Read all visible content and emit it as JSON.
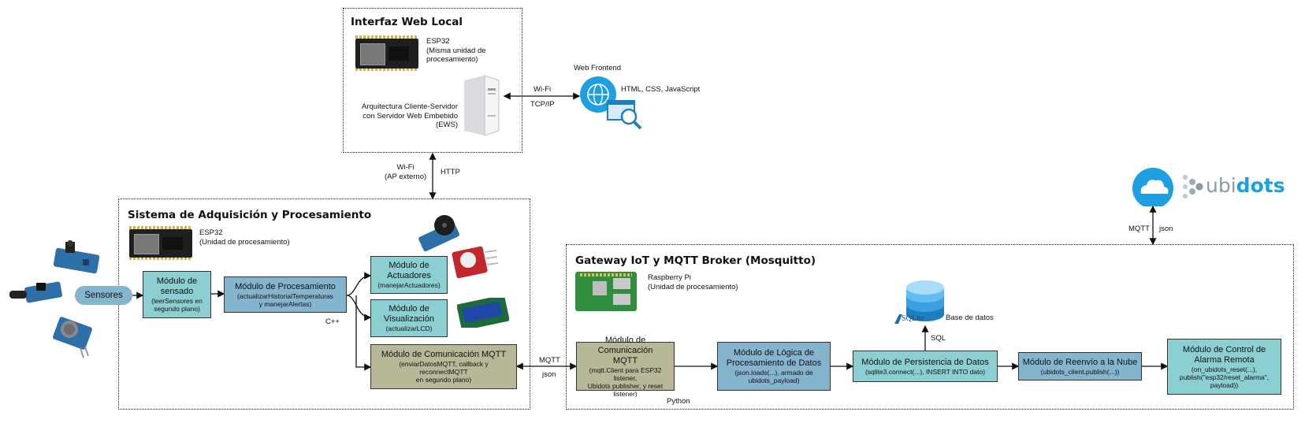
{
  "web_group": {
    "title": "Interfaz Web Local",
    "esp32_name": "ESP32",
    "esp32_desc1": "(Misma unidad de",
    "esp32_desc2": "procesamiento)",
    "arch1": "Arquitectura Cliente-Servidor",
    "arch2": "con Servidor Web Embebido",
    "arch3": "(EWS)"
  },
  "web_frontend": {
    "title": "Web Frontend",
    "tech": "HTML, CSS, JavaScript",
    "link_top": "Wi-Fi",
    "link_bottom": "TCP/IP"
  },
  "link_web_acq": {
    "left1": "Wi-Fi",
    "left2": "(AP externo)",
    "right": "HTTP"
  },
  "acq_group": {
    "title": "Sistema de Adquisición y Procesamiento",
    "esp32_name": "ESP32",
    "esp32_desc": "(Unidad de procesamiento)",
    "sensors": "Sensores",
    "sensing_t": "Módulo de sensado",
    "sensing_s1": "(leerSensores en",
    "sensing_s2": "segundo plano)",
    "proc_t": "Módulo de Procesamiento",
    "proc_s1": "(actualizarHistorialTemperaturas",
    "proc_s2": "y manejarAlertas)",
    "act_t1": "Módulo de",
    "act_t2": "Actuadores",
    "act_s": "(manejarActuadores)",
    "vis_t1": "Módulo de",
    "vis_t2": "Visualización",
    "vis_s": "(actualizarLCD)",
    "mqtt_t": "Módulo de Comunicación MQTT",
    "mqtt_s1": "(enviarDatosMQTT, callback y",
    "mqtt_s2": "reconnectMQTT",
    "mqtt_s3": "en segundo plano)",
    "lang": "C++"
  },
  "link_acq_gw": {
    "top": "MQTT",
    "bottom": "json"
  },
  "gw_group": {
    "title": "Gateway IoT y MQTT Broker (Mosquitto)",
    "rpi_name": "Raspberry Pi",
    "rpi_desc": "(Unidad de procesamiento)",
    "mqtt_t1": "Módulo de Comunicación",
    "mqtt_t2": "MQTT",
    "mqtt_s1": "(mqtt.Client para ESP32 listener,",
    "mqtt_s2": "Ubidots publisher, y reset listener)",
    "logic_t1": "Módulo de Lógica de",
    "logic_t2": "Procesamiento de Datos",
    "logic_s1": "(json.loads(...), armado de",
    "logic_s2": "ubidots_payload)",
    "persist_t": "Módulo de Persistencia de Datos",
    "persist_s": "(sqlite3.connect(...), INSERT INTO dato)",
    "forward_t": "Módulo de Reenvío a la Nube",
    "forward_s": "(ubidots_client.publish(...))",
    "alarm_t1": "Módulo de Control de",
    "alarm_t2": "Alarma Remota",
    "alarm_s1": "(on_ubidots_reset(...),",
    "alarm_s2": "publish(\"esp32/reset_alarma\",",
    "alarm_s3": "payload))",
    "lang": "Python",
    "db_label": "Base de datos",
    "db_link": "SQL",
    "sqlite_text": "SQLite"
  },
  "cloud": {
    "logo_text_a": "ubi",
    "logo_text_b": "dots",
    "link_left": "MQTT",
    "link_right": "json"
  },
  "colors": {
    "teal": "#8ccfd2",
    "blue": "#85b4cf",
    "olive": "#b8b898",
    "ubidots_blue": "#1e9fe0",
    "ubidots_gray": "#8a9aa6"
  }
}
